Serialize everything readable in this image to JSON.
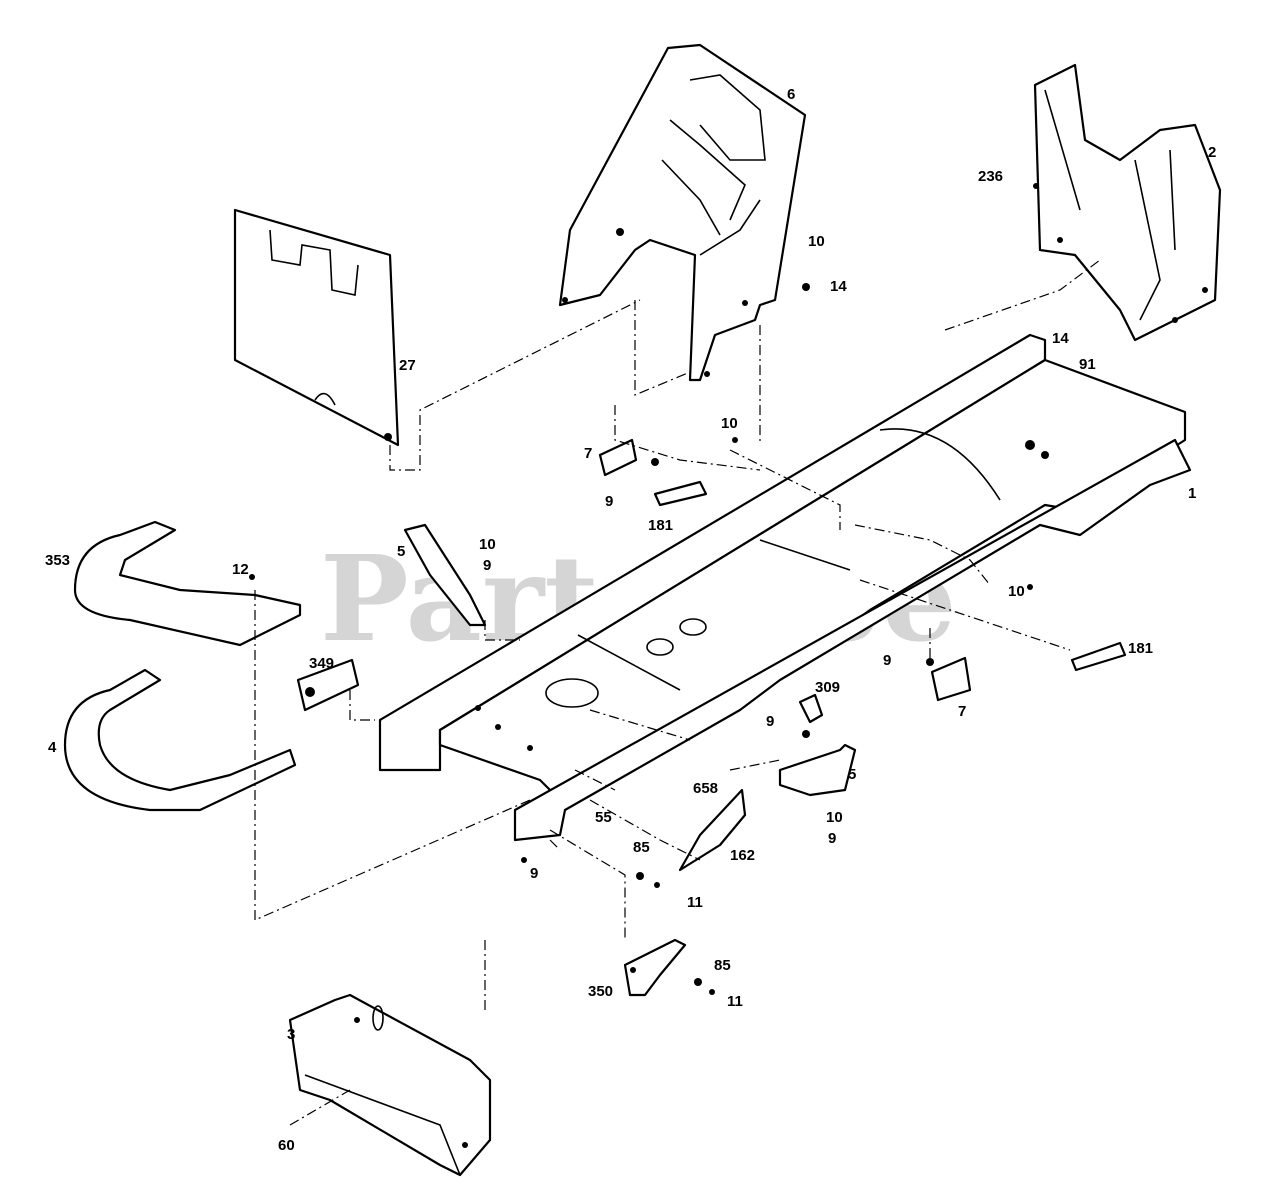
{
  "watermark": "PartsTree",
  "callouts": [
    {
      "id": "c-6",
      "text": "6"
    },
    {
      "id": "c-2",
      "text": "2"
    },
    {
      "id": "c-236",
      "text": "236"
    },
    {
      "id": "c-10a",
      "text": "10"
    },
    {
      "id": "c-14a",
      "text": "14"
    },
    {
      "id": "c-27",
      "text": "27"
    },
    {
      "id": "c-14b",
      "text": "14"
    },
    {
      "id": "c-91",
      "text": "91"
    },
    {
      "id": "c-10b",
      "text": "10"
    },
    {
      "id": "c-7a",
      "text": "7"
    },
    {
      "id": "c-9a",
      "text": "9"
    },
    {
      "id": "c-181a",
      "text": "181"
    },
    {
      "id": "c-1",
      "text": "1"
    },
    {
      "id": "c-353",
      "text": "353"
    },
    {
      "id": "c-12",
      "text": "12"
    },
    {
      "id": "c-5a",
      "text": "5"
    },
    {
      "id": "c-10c",
      "text": "10"
    },
    {
      "id": "c-9b",
      "text": "9"
    },
    {
      "id": "c-10d",
      "text": "10"
    },
    {
      "id": "c-181b",
      "text": "181"
    },
    {
      "id": "c-349",
      "text": "349"
    },
    {
      "id": "c-9c",
      "text": "9"
    },
    {
      "id": "c-309",
      "text": "309"
    },
    {
      "id": "c-7b",
      "text": "7"
    },
    {
      "id": "c-4",
      "text": "4"
    },
    {
      "id": "c-9d",
      "text": "9"
    },
    {
      "id": "c-5b",
      "text": "5"
    },
    {
      "id": "c-658",
      "text": "658"
    },
    {
      "id": "c-55",
      "text": "55"
    },
    {
      "id": "c-10e",
      "text": "10"
    },
    {
      "id": "c-9e",
      "text": "9"
    },
    {
      "id": "c-162",
      "text": "162"
    },
    {
      "id": "c-85a",
      "text": "85"
    },
    {
      "id": "c-9f",
      "text": "9"
    },
    {
      "id": "c-11a",
      "text": "11"
    },
    {
      "id": "c-85b",
      "text": "85"
    },
    {
      "id": "c-350",
      "text": "350"
    },
    {
      "id": "c-11b",
      "text": "11"
    },
    {
      "id": "c-3",
      "text": "3"
    },
    {
      "id": "c-60",
      "text": "60"
    }
  ]
}
